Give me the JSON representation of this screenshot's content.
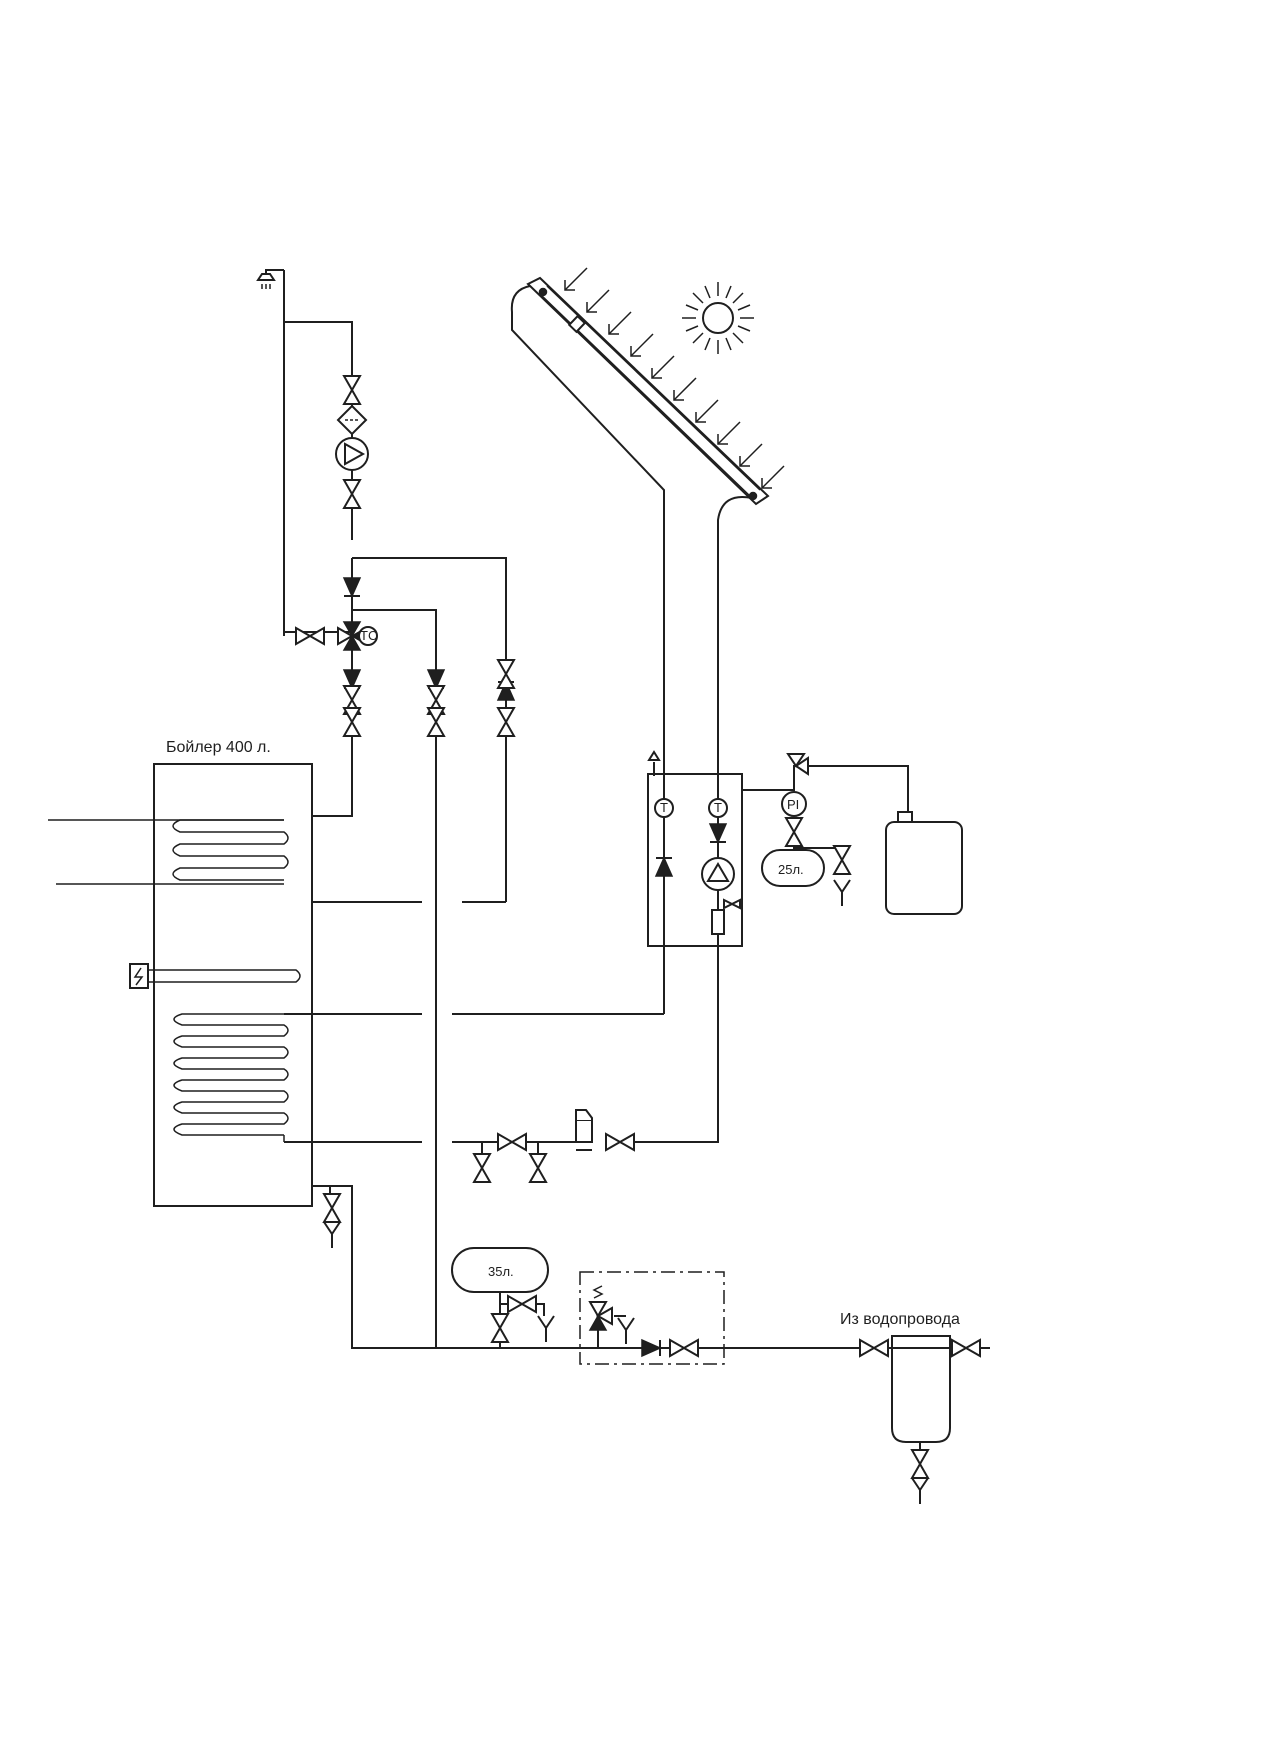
{
  "labels": {
    "boiler": "Бойлер 400 л.",
    "tank_25": "25л.",
    "tank_35": "35л.",
    "water_supply": "Из водопровода",
    "pressure_gauge": "PI",
    "thermostat": "TC",
    "thermometer_1": "T",
    "thermometer_2": "T"
  },
  "icons": {
    "sun": "sun-icon",
    "heater": "lightning-icon",
    "shower": "shower-icon"
  }
}
